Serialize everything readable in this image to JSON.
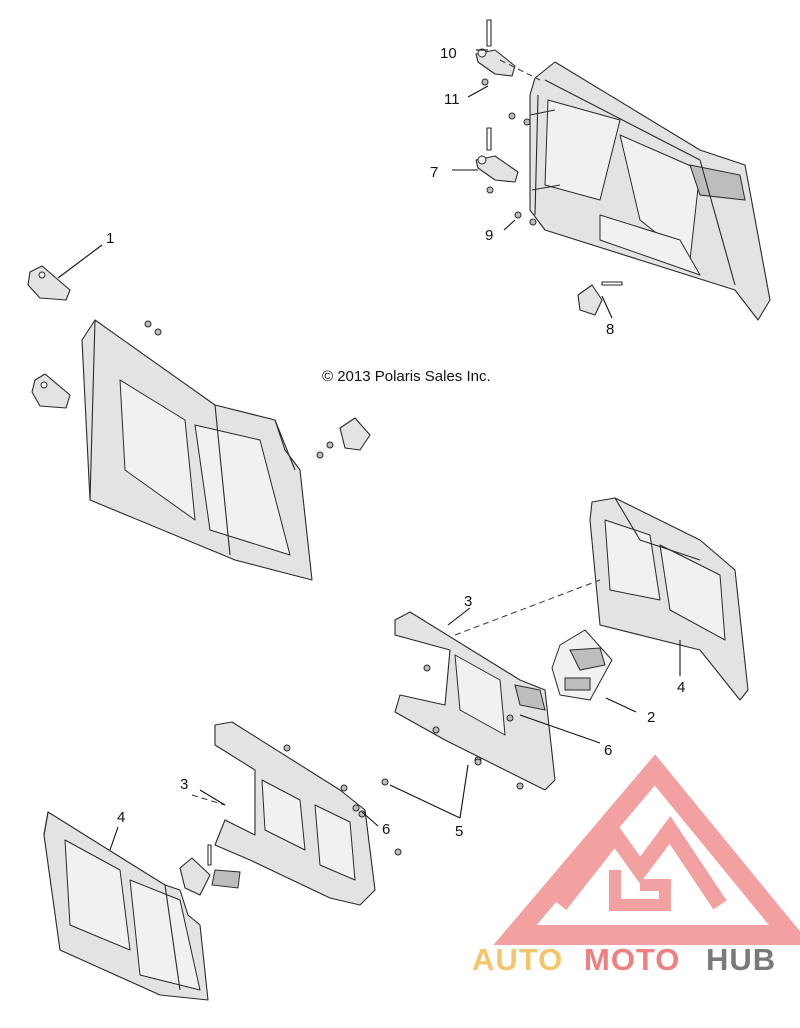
{
  "copyright": "© 2013 Polaris Sales Inc.",
  "callouts": {
    "c1": "1",
    "c2": "2",
    "c3a": "3",
    "c3b": "3",
    "c4a": "4",
    "c4b": "4",
    "c5": "5",
    "c6a": "6",
    "c6b": "6",
    "c7": "7",
    "c8": "8",
    "c9": "9",
    "c10": "10",
    "c11": "11"
  },
  "watermark": {
    "part1": "AUTO",
    "part2": "MOTO",
    "part3": "HUB",
    "color_primary": "#f08080",
    "color_secondary": "#f5c56a",
    "color_tertiary": "#7a7a7a"
  }
}
